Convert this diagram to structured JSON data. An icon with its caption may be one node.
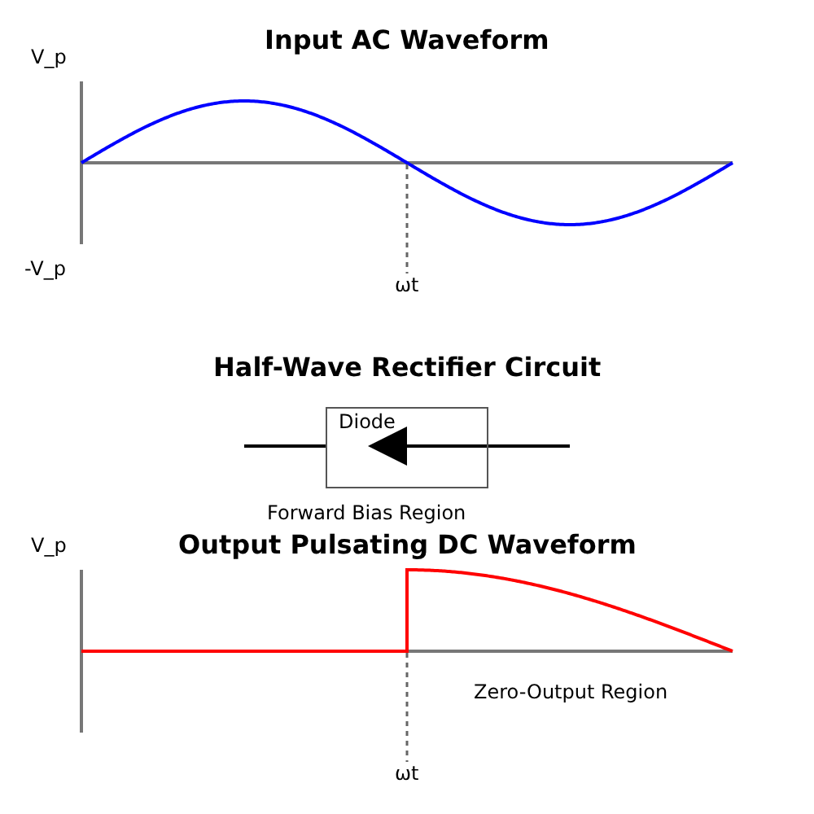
{
  "diagram": {
    "nodes": [
      {
        "text": [
          "Diode"
        ]
      }
    ],
    "edges": [],
    "labels": [
      "Input AC Waveform",
      "V_p",
      "-V_p",
      "ωt",
      "Half-Wave Rectifier Circuit",
      "Forward Bias Region",
      "V_p",
      "Output Pulsating DC Waveform",
      "Zero-Output Region",
      "ωt"
    ]
  }
}
